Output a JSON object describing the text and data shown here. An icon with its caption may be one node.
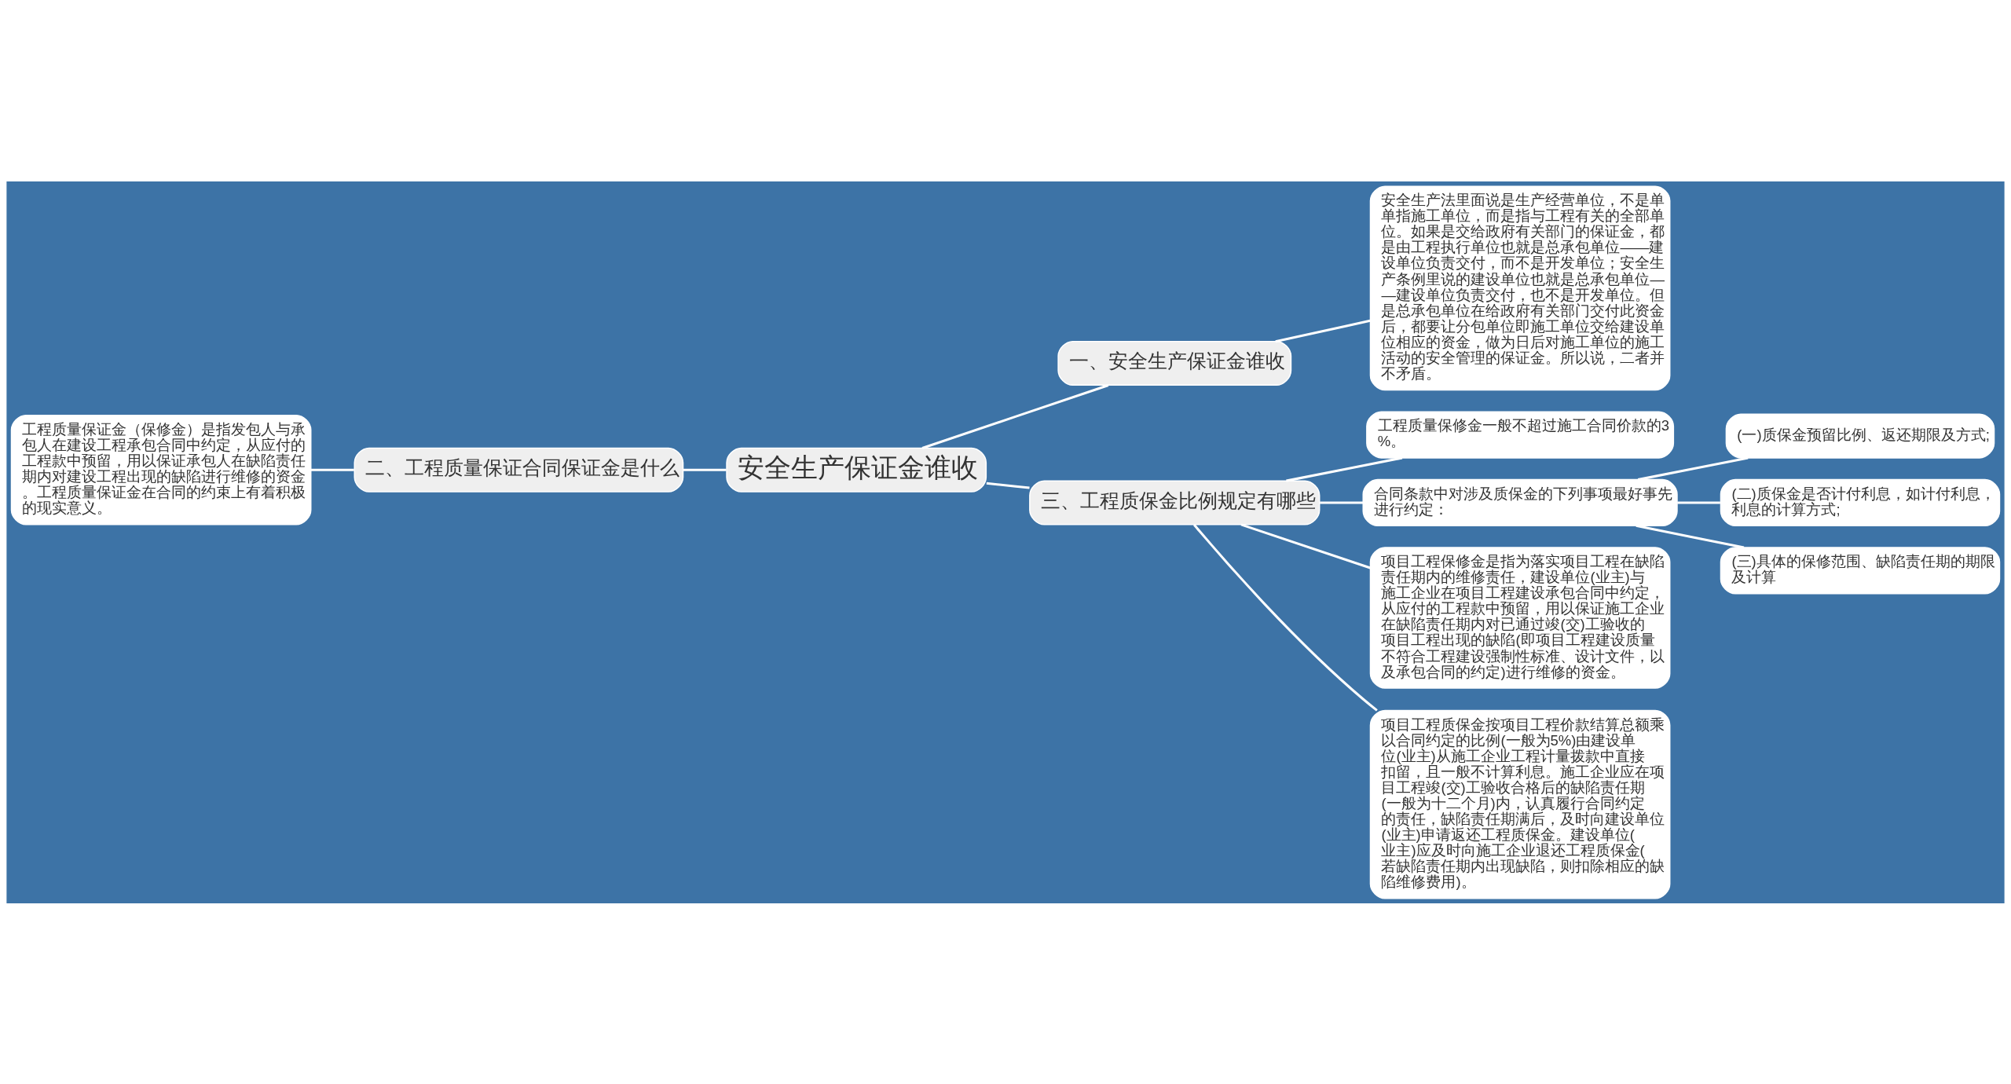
{
  "diagram": {
    "nodes": [
      {
        "text": [
          "安全生产保证金谁收"
        ]
      },
      {
        "text": [
          "一、安全生产保证金谁收"
        ]
      },
      {
        "text": [
          "安全生产法里面说是生产经营单位，不是单单指施工单位，而是指与工程有关的全部单位。如果是交给政府有关部门的保证金，都是由工程执行单位也就是总承包单位——建设单位负责交付，而不是开发单位；安全生产条例里说的建设单位也就是总承包单位——建设单位负责交付，也不是开发单位。但是总承包单位在给政府有关部门交付此资金后，都要让分包单位即施工单位交给建设单位相应的资金，做为日后对施工单位的施工活动的安全管理的保证金。所以说，二者并不矛盾。"
        ]
      },
      {
        "text": [
          "二、工程质量保证合同保证金是什么"
        ]
      },
      {
        "text": [
          "工程质量保证金（保修金）是指发包人与承包人在建设工程承包合同中约定，从应付的工程款中预留，用以保证承包人在缺陷责任期内对建设工程出现的缺陷进行维修的资金。工程质量保证金在合同的约束上有着积极的现实意义。"
        ]
      },
      {
        "text": [
          "三、工程质保金比例规定有哪些"
        ]
      },
      {
        "text": [
          "工程质量保修金一般不超过施工合同价款的3%。"
        ]
      },
      {
        "text": [
          "合同条款中对涉及质保金的下列事项最好事先进行约定："
        ]
      },
      {
        "text": [
          "(一)质保金预留比例、返还期限及方式;"
        ]
      },
      {
        "text": [
          "(二)质保金是否计付利息，如计付利息，利息的计算方式;"
        ]
      },
      {
        "text": [
          "(三)具体的保修范围、缺陷责任期的期限及计算"
        ]
      },
      {
        "text": [
          "项目工程保修金是指为落实项目工程在缺陷责任期内的维修责任，建设单位(业主)与施工企业在项目工程建设承包合同中约定，从应付的工程款中预留，用以保证施工企业在缺陷责任期内对已通过竣(交)工验收的项目工程出现的缺陷(即项目工程建设质量不符合工程建设强制性标准、设计文件，以及承包合同的约定)进行维修的资金。"
        ]
      },
      {
        "text": [
          "项目工程质保金按项目工程价款结算总额乘以合同约定的比例(一般为5%)由建设单位(业主)从施工企业工程计量拨款中直接扣留，且一般不计算利息。施工企业应在项目工程竣(交)工验收合格后的缺陷责任期(一般为十二个月)内，认真履行合同约定的责任，缺陷责任期满后，及时向建设单位(业主)申请返还工程质保金。建设单位(业主)应及时向施工企业退还工程质保金(若缺陷责任期内出现缺陷，则扣除相应的缺陷维修费用)。"
        ]
      }
    ],
    "edges": [
      {
        "from": 0,
        "to": 1,
        "arrow": "none"
      },
      {
        "from": 1,
        "to": 2,
        "arrow": "none"
      },
      {
        "from": 0,
        "to": 3,
        "arrow": "none"
      },
      {
        "from": 3,
        "to": 4,
        "arrow": "none"
      },
      {
        "from": 0,
        "to": 5,
        "arrow": "none"
      },
      {
        "from": 5,
        "to": 6,
        "arrow": "none"
      },
      {
        "from": 5,
        "to": 7,
        "arrow": "none"
      },
      {
        "from": 7,
        "to": 8,
        "arrow": "none"
      },
      {
        "from": 7,
        "to": 9,
        "arrow": "none"
      },
      {
        "from": 7,
        "to": 10,
        "arrow": "none"
      },
      {
        "from": 5,
        "to": 11,
        "arrow": "none"
      },
      {
        "from": 5,
        "to": 12,
        "arrow": "none"
      }
    ]
  }
}
